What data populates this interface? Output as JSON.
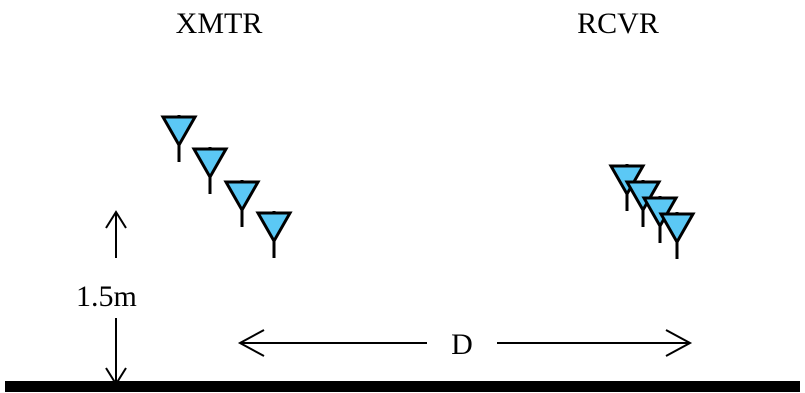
{
  "labels": {
    "transmitter": "XMTR",
    "receiver": "RCVR",
    "height": "1.5m",
    "distance": "D"
  },
  "colors": {
    "antenna_fill": "#5bc8f5",
    "stroke": "#000000",
    "ground": "#000000",
    "background": "#ffffff"
  },
  "antennas": {
    "transmitter_count": 4,
    "receiver_count": 4,
    "icon": "antenna-icon"
  }
}
